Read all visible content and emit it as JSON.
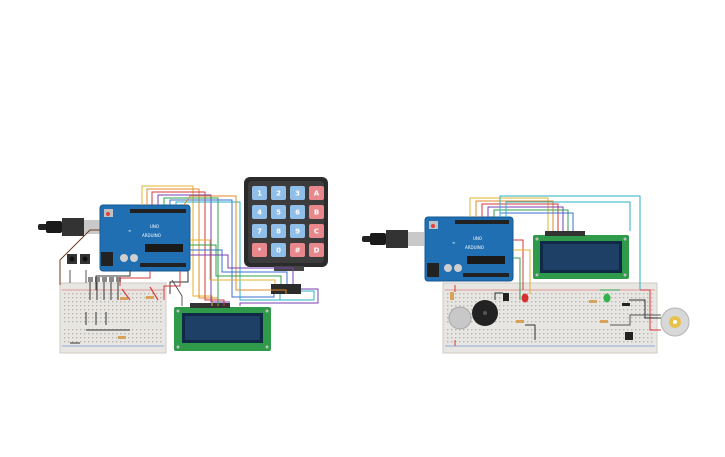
{
  "circuit_left": {
    "board": {
      "model_label": "UNO",
      "brand_label": "ARDUINO"
    },
    "keypad": {
      "keys": [
        [
          "1",
          "2",
          "3",
          "A"
        ],
        [
          "4",
          "5",
          "6",
          "B"
        ],
        [
          "7",
          "8",
          "9",
          "C"
        ],
        [
          "*",
          "0",
          "#",
          "D"
        ]
      ],
      "number_key_color": "#8fbee8",
      "letter_key_color": "#e8888c"
    }
  },
  "circuit_right": {
    "board": {
      "model_label": "UNO",
      "brand_label": "ARDUINO"
    }
  },
  "colors": {
    "board": "#1f6fb2",
    "breadboard": "#e8e6e2",
    "lcd_pcb": "#2e9a4a",
    "lcd_screen": "#1e3f66",
    "keypad_frame": "#2b2b2b"
  }
}
